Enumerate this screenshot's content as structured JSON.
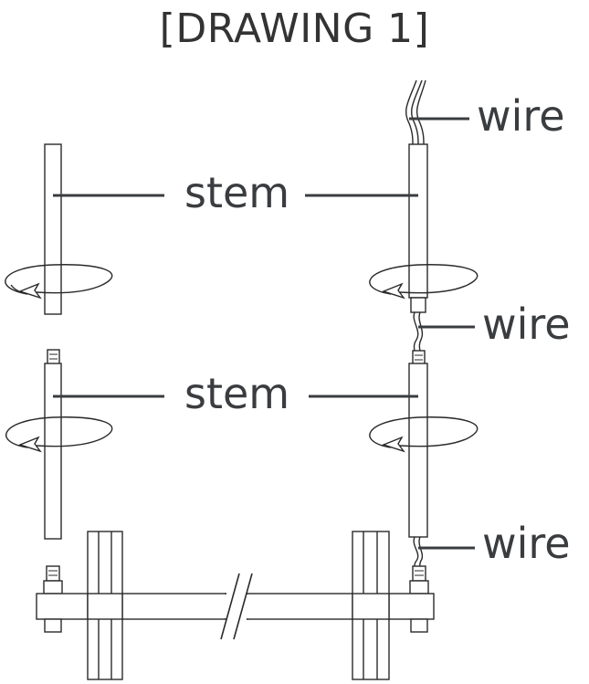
{
  "drawing": {
    "title": "[DRAWING 1]",
    "labels": {
      "stem_upper": "stem",
      "stem_lower": "stem",
      "wire_top": "wire",
      "wire_middle": "wire",
      "wire_bottom": "wire"
    },
    "colors": {
      "label": "#3a3d40",
      "line": "#2a2a2a",
      "background": "#ffffff"
    }
  }
}
